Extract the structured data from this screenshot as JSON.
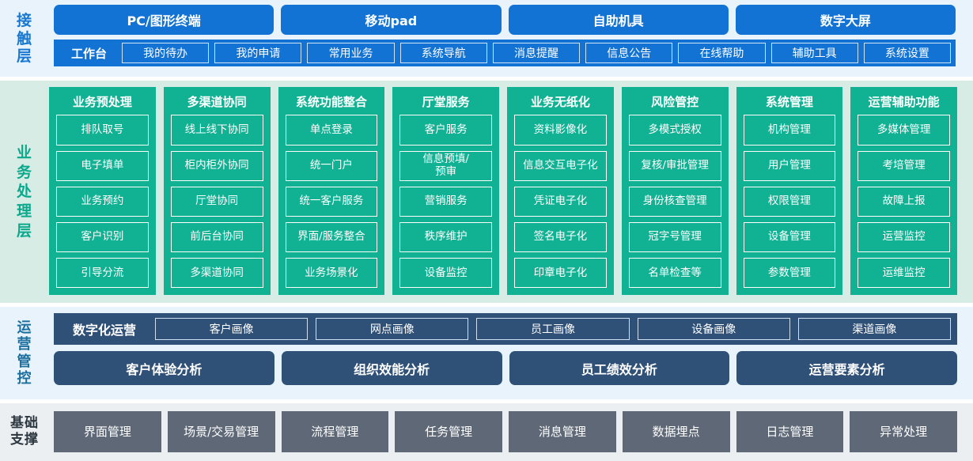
{
  "layers": {
    "contact": {
      "label": "接触层",
      "channels": [
        "PC/图形终端",
        "移动pad",
        "自助机具",
        "数字大屏"
      ],
      "workbench_title": "工作台",
      "workbench_items": [
        "我的待办",
        "我的申请",
        "常用业务",
        "系统导航",
        "消息提醒",
        "信息公告",
        "在线帮助",
        "辅助工具",
        "系统设置"
      ]
    },
    "business": {
      "label": "业务处理层",
      "columns": [
        {
          "title": "业务预处理",
          "items": [
            "排队取号",
            "电子填单",
            "业务预约",
            "客户识别",
            "引导分流"
          ]
        },
        {
          "title": "多渠道协同",
          "items": [
            "线上线下协同",
            "柜内柜外协同",
            "厅堂协同",
            "前后台协同",
            "多渠道协同"
          ]
        },
        {
          "title": "系统功能整合",
          "items": [
            "单点登录",
            "统一门户",
            "统一客户服务",
            "界面/服务整合",
            "业务场景化"
          ]
        },
        {
          "title": "厅堂服务",
          "items": [
            "客户服务",
            "信息预填/\n预审",
            "营销服务",
            "秩序维护",
            "设备监控"
          ]
        },
        {
          "title": "业务无纸化",
          "items": [
            "资料影像化",
            "信息交互电子化",
            "凭证电子化",
            "签名电子化",
            "印章电子化"
          ]
        },
        {
          "title": "风险管控",
          "items": [
            "多模式授权",
            "复核/审批管理",
            "身份核查管理",
            "冠字号管理",
            "名单检查等"
          ]
        },
        {
          "title": "系统管理",
          "items": [
            "机构管理",
            "用户管理",
            "权限管理",
            "设备管理",
            "参数管理"
          ]
        },
        {
          "title": "运营辅助功能",
          "items": [
            "多媒体管理",
            "考培管理",
            "故障上报",
            "运营监控",
            "运维监控"
          ]
        }
      ]
    },
    "operations": {
      "label": "运营管控",
      "digital_title": "数字化运营",
      "portraits": [
        "客户画像",
        "网点画像",
        "员工画像",
        "设备画像",
        "渠道画像"
      ],
      "analyses": [
        "客户体验分析",
        "组织效能分析",
        "员工绩效分析",
        "运营要素分析"
      ]
    },
    "foundation": {
      "label": "基础支撑",
      "items": [
        "界面管理",
        "场景/交易管理",
        "流程管理",
        "任务管理",
        "消息管理",
        "数据埋点",
        "日志管理",
        "异常处理"
      ]
    }
  },
  "colors": {
    "contact_bg": "#e8f3fb",
    "contact_blue": "#1273d4",
    "business_bg": "#d8ece6",
    "business_green": "#11b193",
    "ops_bg": "#e8f3fb",
    "ops_navy": "#2f5077",
    "foundation_bg": "#eceff2",
    "foundation_gray": "#5e6877"
  }
}
